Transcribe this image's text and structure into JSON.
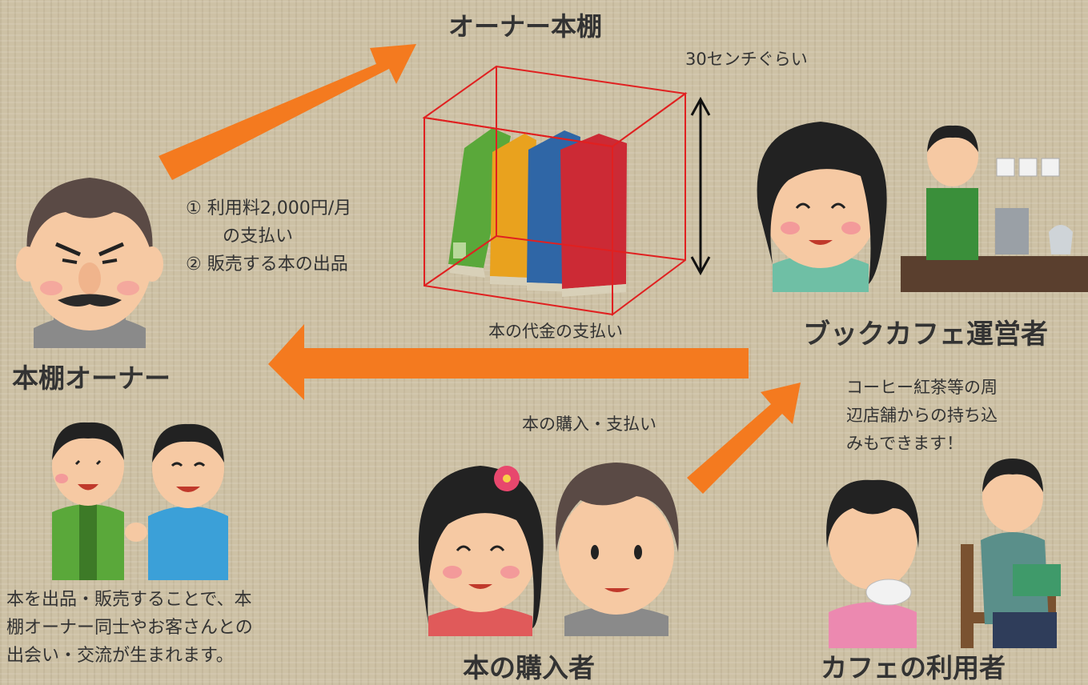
{
  "titles": {
    "shelf": "オーナー本棚",
    "owner": "本棚オーナー",
    "operator": "ブックカフェ運営者",
    "buyer": "本の購入者",
    "cafe_user": "カフェの利用者"
  },
  "notes": {
    "size": "30センチぐらい",
    "fee_line1": "①  利用料2,000円/月",
    "fee_line2": "の支払い",
    "listing": "②  販売する本の出品",
    "payment": "本の代金の支払い",
    "purchase": "本の購入・支払い",
    "takein_line1": "コーヒー紅茶等の周",
    "takein_line2": "辺店舗からの持ち込",
    "takein_line3": "みもできます！",
    "exchange_line1": "本を出品・販売することで、本",
    "exchange_line2": "棚オーナー同士やお客さんとの",
    "exchange_line3": "出会い・交流が生まれます。"
  },
  "colors": {
    "arrow": "#f47a1f",
    "box": "#e02020",
    "text": "#333333",
    "background": "#cdc1a5"
  }
}
